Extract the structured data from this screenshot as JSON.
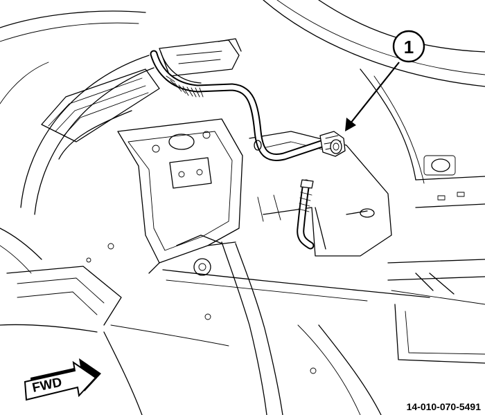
{
  "callouts": [
    {
      "number": "1"
    }
  ],
  "direction_label": "FWD",
  "figure_id": "14-010-070-5491",
  "icons": {
    "direction_arrow": "fwd-arrow-icon",
    "callout_marker": "callout-circle-icon"
  }
}
